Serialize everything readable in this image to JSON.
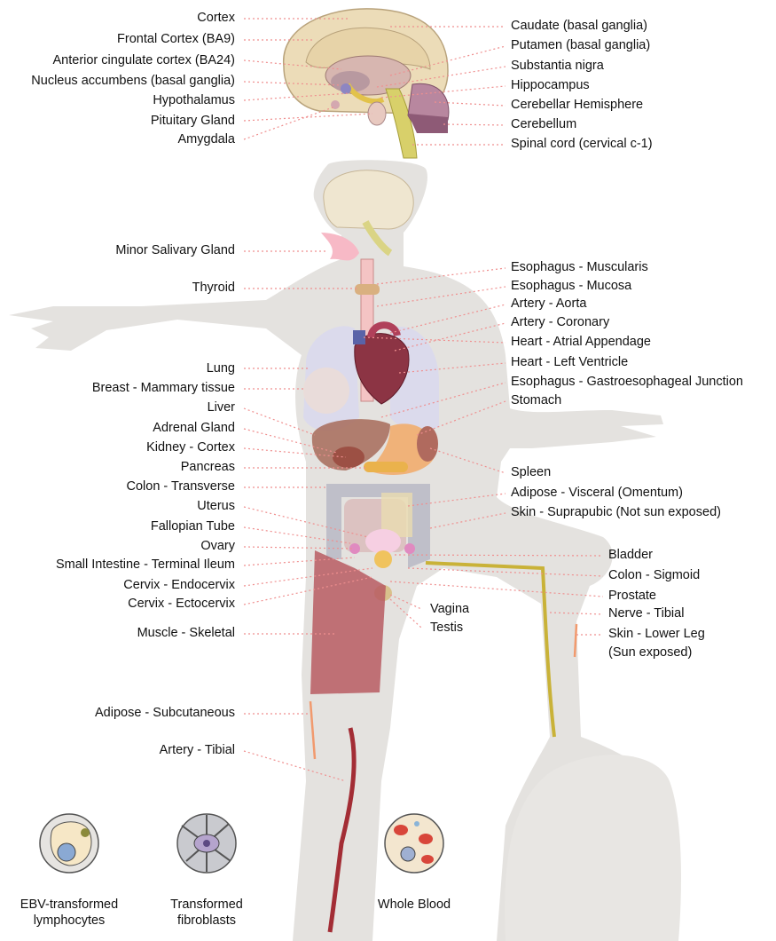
{
  "brain_labels_left": [
    "Cortex",
    "Frontal Cortex (BA9)",
    "Anterior cingulate cortex (BA24)",
    "Nucleus accumbens (basal ganglia)",
    "Hypothalamus",
    "Pituitary Gland",
    "Amygdala"
  ],
  "brain_labels_right": [
    "Caudate (basal ganglia)",
    "Putamen (basal ganglia)",
    "Substantia nigra",
    "Hippocampus",
    "Cerebellar Hemisphere",
    "Cerebellum",
    "Spinal cord (cervical c-1)"
  ],
  "body_labels_left": [
    "Minor Salivary Gland",
    "Thyroid",
    "Lung",
    "Breast - Mammary tissue",
    "Liver",
    "Adrenal Gland",
    "Kidney - Cortex",
    "Pancreas",
    "Colon - Transverse",
    "Uterus",
    "Fallopian Tube",
    "Ovary",
    "Small Intestine - Terminal Ileum",
    "Cervix - Endocervix",
    "Cervix - Ectocervix",
    "Muscle - Skeletal",
    "Adipose - Subcutaneous",
    "Artery - Tibial"
  ],
  "body_labels_right": [
    "Esophagus - Muscularis",
    "Esophagus - Mucosa",
    "Artery - Aorta",
    "Artery - Coronary",
    "Heart - Atrial Appendage",
    "Heart - Left Ventricle",
    "Esophagus - Gastroesophageal Junction",
    "Stomach",
    "Spleen",
    "Adipose - Visceral (Omentum)",
    "Skin - Suprapubic (Not sun exposed)",
    "Bladder",
    "Colon - Sigmoid",
    "Prostate",
    "Nerve - Tibial"
  ],
  "skin_leg": {
    "line1": "Skin - Lower Leg",
    "line2": "(Sun exposed)"
  },
  "pelvic_labels": [
    "Vagina",
    "Testis"
  ],
  "cells": [
    {
      "line1": "EBV-transformed",
      "line2": "lymphocytes"
    },
    {
      "line1": "Transformed",
      "line2": "fibroblasts"
    },
    {
      "line1": "Whole Blood",
      "line2": ""
    }
  ]
}
